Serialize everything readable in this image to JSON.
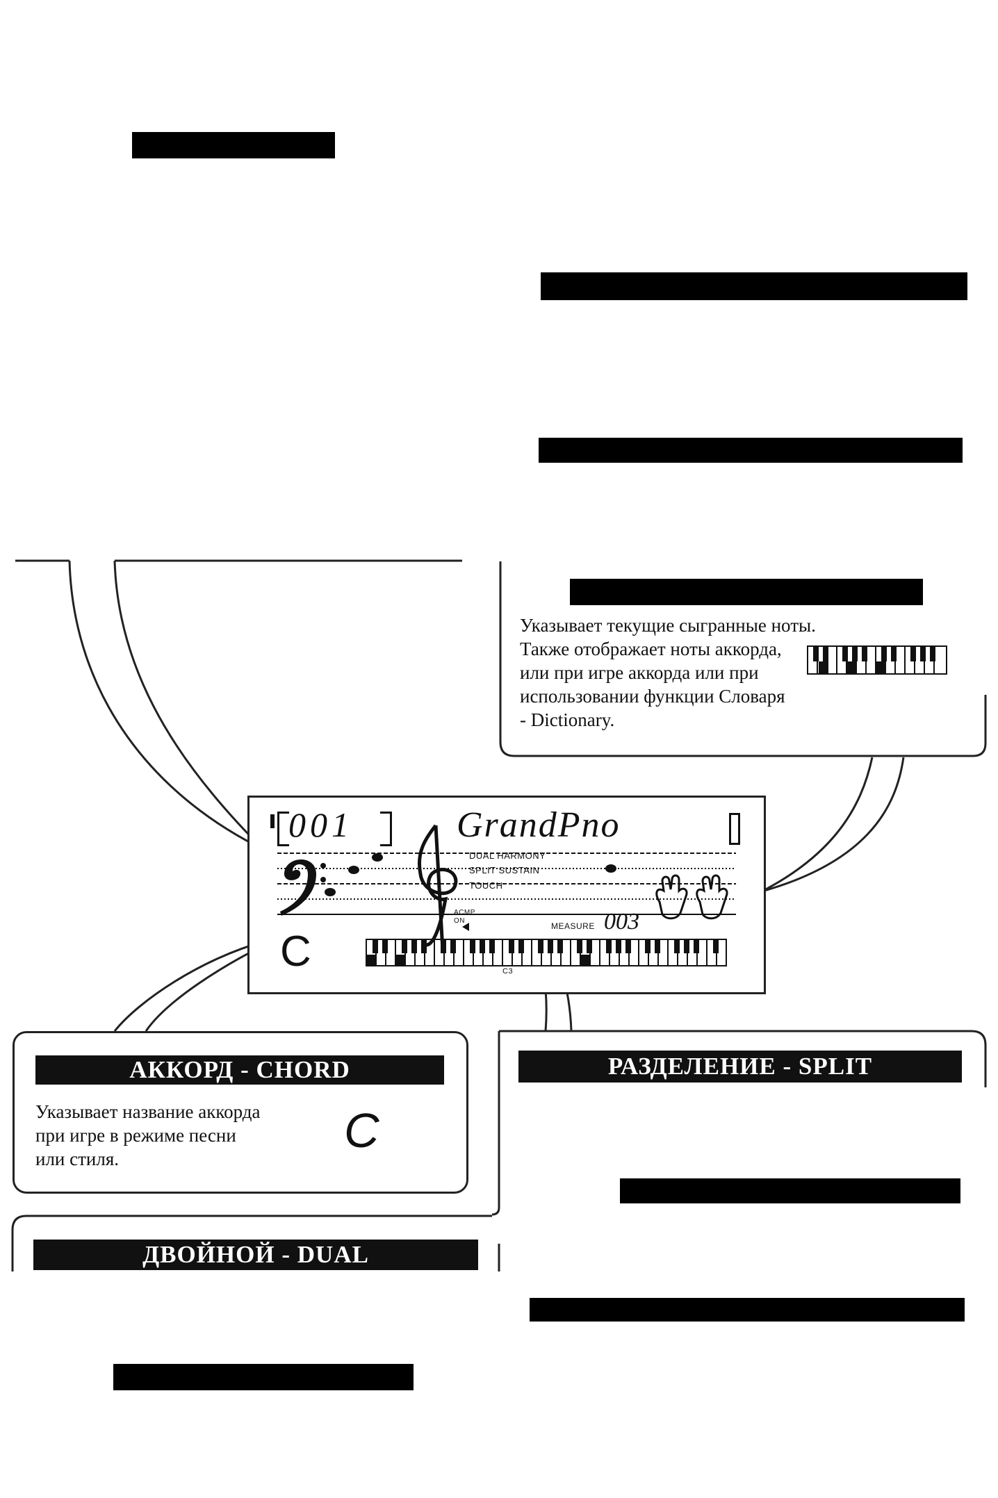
{
  "notes_callout": {
    "lines": [
      "Указывает текущие сыгранные ноты.",
      "Также отображает ноты аккорда,",
      "или при игре аккорда или при",
      "использовании функции Словаря",
      "- Dictionary."
    ]
  },
  "chord_callout": {
    "title": "АККОРД - CHORD",
    "lines": [
      "Указывает название аккорда",
      "при игре в режиме песни",
      "или стиля."
    ],
    "chord_symbol": "C"
  },
  "split_callout": {
    "title": "РАЗДЕЛЕНИЕ - SPLIT"
  },
  "dual_callout": {
    "title": "ДВОЙНОЙ - DUAL"
  },
  "lcd": {
    "number": "001",
    "voice_name": "GrandPno",
    "labels": {
      "dual_harmony": "DUAL  HARMONY",
      "split_sustain": "SPLIT  SUSTAIN",
      "touch": "TOUCH",
      "acmp": "ACMP",
      "on": "ON",
      "measure": "MEASURE",
      "c3": "C3"
    },
    "measure_value": "003",
    "chord_display": "C"
  },
  "colors": {
    "ink": "#111111",
    "paper": "#ffffff"
  }
}
